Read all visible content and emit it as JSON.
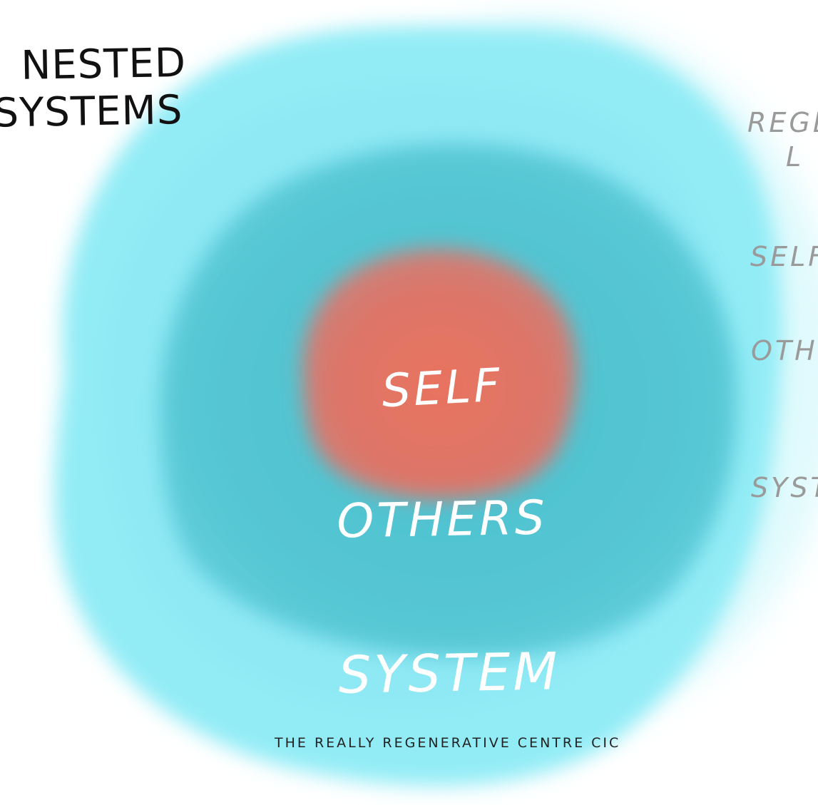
{
  "title": {
    "line1": "NESTED",
    "line2": "SYSTEMS"
  },
  "rings": {
    "self": "SELF",
    "others": "OTHERS",
    "system": "SYSTEM"
  },
  "credit": "THE REALLY REGENERATIVE CENTRE CIC",
  "side_fragments": [
    "REGE",
    "L",
    "SELF",
    "OTH",
    "SYST"
  ],
  "colors": {
    "outer_ring": "#92ecf6",
    "middle_ring": "#55c5d3",
    "inner_core": "#dd7467",
    "ring_text": "#ffffff",
    "side_text": "#9a9a9a",
    "title_text": "#111111"
  }
}
